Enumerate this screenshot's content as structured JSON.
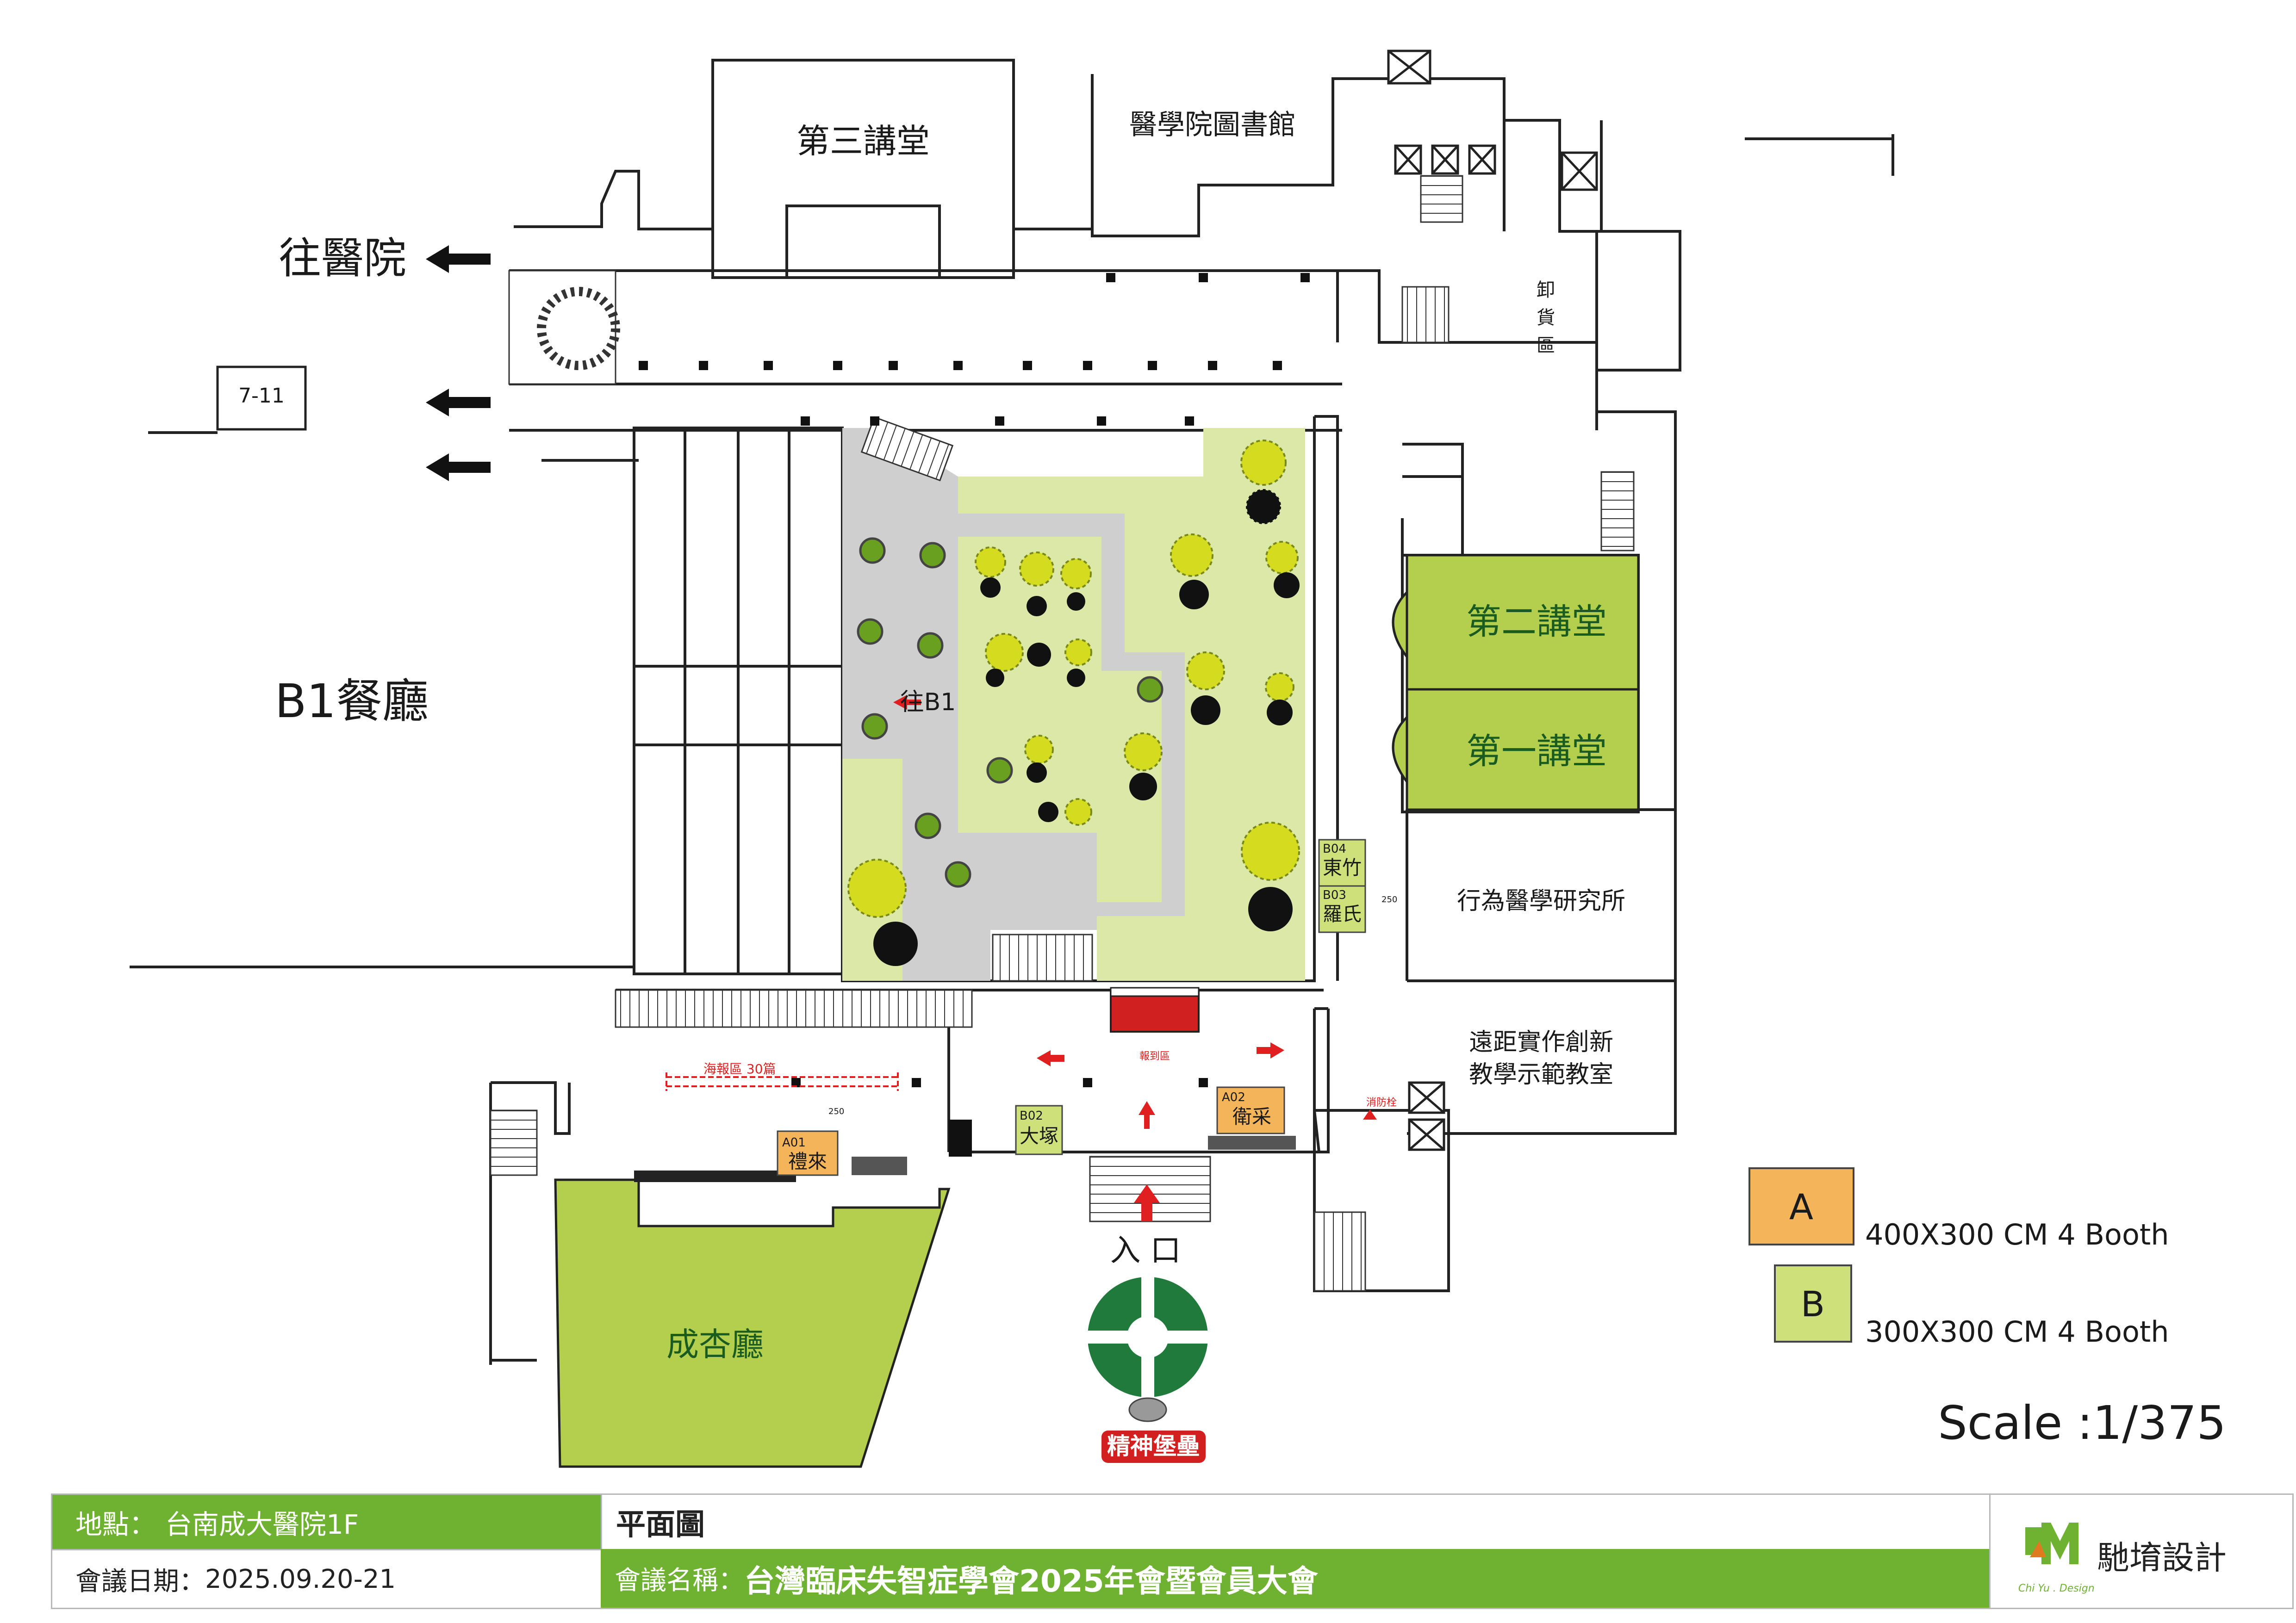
{
  "colors": {
    "booth_a": "#f3b45a",
    "booth_b": "#cde07a",
    "hall_green": "#b4cf4e",
    "garden": "#dbe8a8",
    "plaza": "#cfcfcf",
    "footer_green": "#6fb231",
    "arrow_red": "#e02020",
    "logo_green": "#1f7a3c"
  },
  "halls": {
    "third": "第三講堂",
    "library": "醫學院圖書館",
    "second": "第二講堂",
    "first": "第一講堂",
    "behavior": "行為醫學研究所",
    "remote_1": "遠距實作創新",
    "remote_2": "教學示範教室",
    "chengxing": "成杏廳",
    "loading_1": "卸",
    "loading_2": "貨",
    "loading_3": "區",
    "b1_restaurant": "B1餐廳",
    "to_b1": "往B1"
  },
  "nav": {
    "to_hospital": "往醫院",
    "seven_eleven": "7-11",
    "entrance": "入 口",
    "spirit_fort": "精神堡壘"
  },
  "booths": [
    {
      "code": "A01",
      "name": "禮來",
      "type": "A"
    },
    {
      "code": "A02",
      "name": "衛采",
      "type": "A"
    },
    {
      "code": "B02",
      "name": "大塚",
      "type": "B"
    },
    {
      "code": "B04",
      "name": "東竹",
      "type": "B"
    },
    {
      "code": "B03",
      "name": "羅氏",
      "type": "B"
    }
  ],
  "small_labels": {
    "poster_area": "海報區 30篇",
    "registration": "報到區",
    "dim_250": "250",
    "fire_hydrant": "消防栓"
  },
  "legend": {
    "a": {
      "letter": "A",
      "text": "400X300 CM  4 Booth"
    },
    "b": {
      "letter": "B",
      "text": "300X300 CM  4 Booth"
    }
  },
  "scale": "Scale :1/375",
  "footer": {
    "location_label": "地點：",
    "location_value": "台南成大醫院1F",
    "date_label": "會議日期：",
    "date_value": "2025.09.20-21",
    "plan_title": "平面圖",
    "conference_label": "會議名稱：",
    "conference_value": "台灣臨床失智症學會2025年會暨會員大會",
    "company": "馳堉設計",
    "company_en": "Chi Yu . Design"
  }
}
